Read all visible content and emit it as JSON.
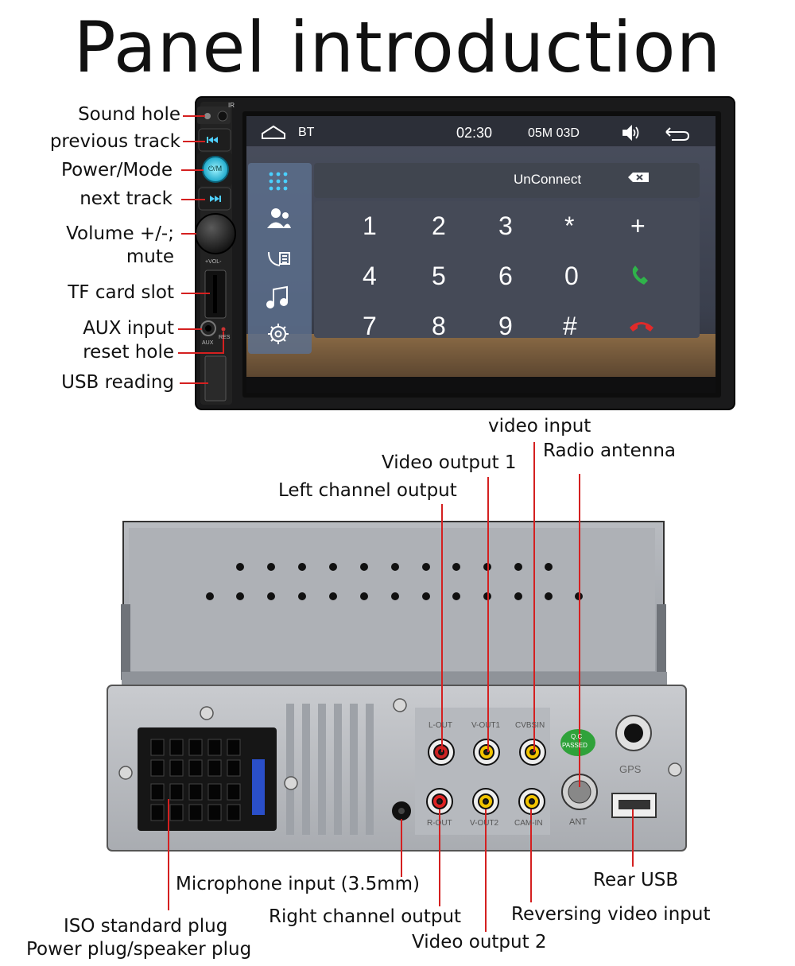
{
  "title": "Panel introduction",
  "front_labels": {
    "sound_hole": "Sound hole",
    "previous_track": "previous track",
    "power_mode": "Power/Mode",
    "next_track": "next track",
    "volume_1": "Volume +/-;",
    "volume_2": "mute",
    "tf_card": "TF card slot",
    "aux_input": "AUX input",
    "reset_hole": "reset hole",
    "usb_reading": "USB reading"
  },
  "device_markings": {
    "ir": "IR",
    "power_button": "⏻/M",
    "vol": "+VOL-",
    "aux": "AUX",
    "res": "RES"
  },
  "screen": {
    "bt": "BT",
    "time": "02:30",
    "date": "05M 03D",
    "status": "UnConnect",
    "keys": [
      "1",
      "2",
      "3",
      "*",
      "+",
      "4",
      "5",
      "6",
      "0",
      "7",
      "8",
      "9",
      "#"
    ]
  },
  "rear_labels": {
    "video_input": "video input",
    "video_output_1": "Video output 1",
    "radio_antenna": "Radio antenna",
    "left_channel_output": "Left channel output",
    "microphone_input": "Microphone input (3.5mm)",
    "rear_usb": "Rear USB",
    "iso_1": "ISO standard plug",
    "iso_2": "Power plug/speaker plug",
    "right_channel_output": "Right channel output",
    "reversing_video_input": "Reversing video input",
    "video_output_2": "Video output 2"
  },
  "rear_markings": {
    "l_out": "L-OUT",
    "v_out1": "V-OUT1",
    "cvbsin": "CVBSIN",
    "r_out": "R-OUT",
    "v_out2": "V-OUT2",
    "cam_in": "CAM-IN",
    "ant": "ANT",
    "gps": "GPS",
    "qc_1": "Q.C",
    "qc_2": "PASSED"
  },
  "colors": {
    "accent_line": "#d42020",
    "screen_bg": "#3c4150",
    "sidebar": "#5c6f8c",
    "call_green": "#2fb34a",
    "call_red": "#e02a2a",
    "power_glow": "#33ccee"
  }
}
